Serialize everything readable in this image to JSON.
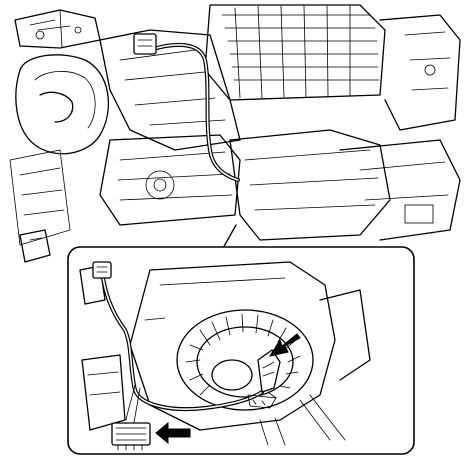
{
  "diagram": {
    "kind": "line-drawing",
    "subject": "blower-unit-wiring-harness-removal",
    "callout_direction": "arrow-indicates-connector-or-clamp",
    "arrow_count": 2
  },
  "colors": {
    "background": "#ffffff",
    "ink": "#000000"
  }
}
